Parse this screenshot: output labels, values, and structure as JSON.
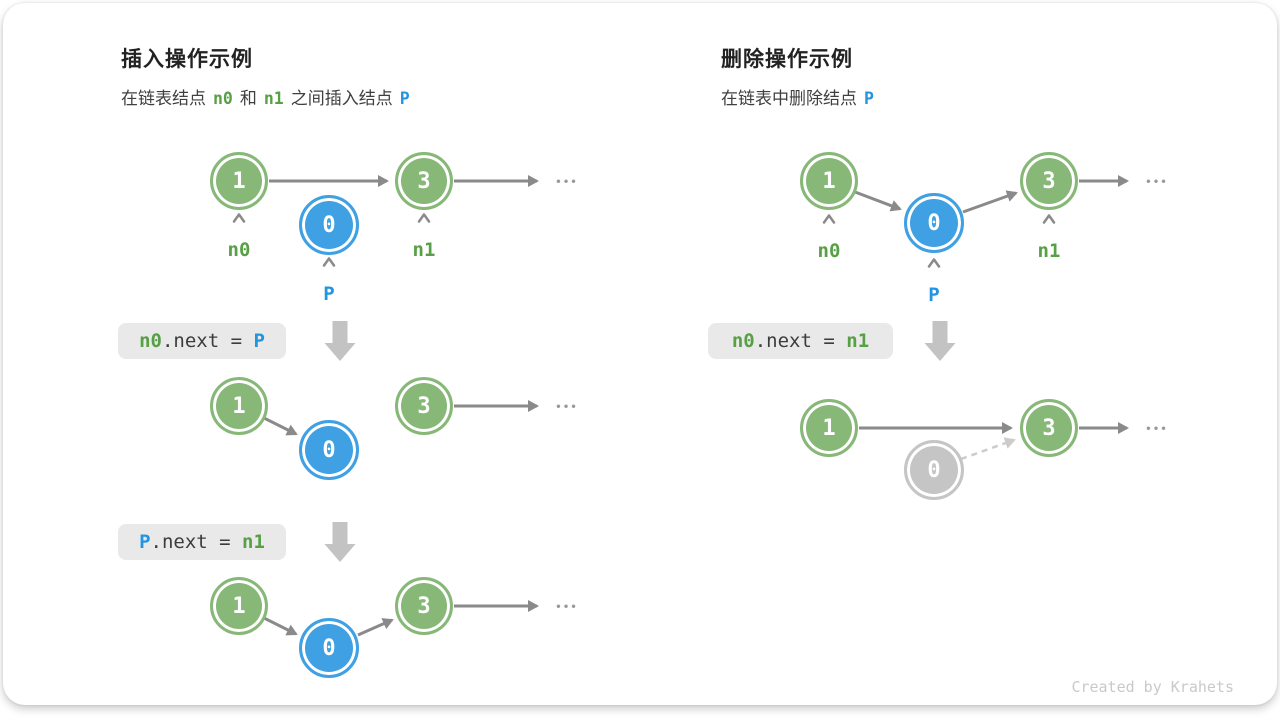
{
  "left": {
    "title": "插入操作示例",
    "subtitle": {
      "pre": "在链表结点",
      "n0": "n0",
      "mid": "和",
      "n1": "n1",
      "post": "之间插入结点",
      "p": "P"
    },
    "code1": {
      "lhs": "n0",
      "mid": ".next = ",
      "rhs": "P"
    },
    "code2": {
      "lhs": "P",
      "mid": ".next = ",
      "rhs": "n1"
    }
  },
  "right": {
    "title": "删除操作示例",
    "subtitle": {
      "pre": "在链表中删除结点",
      "p": "P"
    },
    "code1": {
      "lhs": "n0",
      "mid": ".next = ",
      "rhs": "n1"
    }
  },
  "node_values": {
    "one": "1",
    "three": "3",
    "zero": "0"
  },
  "pointer_labels": {
    "n0": "n0",
    "n1": "n1",
    "p": "P"
  },
  "ellipsis": "•••",
  "credit": "Created by Krahets",
  "colors": {
    "node_green": "#87b878",
    "node_blue": "#3fa0e3",
    "node_gray": "#c5c5c5",
    "text_green": "#57a046",
    "text_blue": "#2394e0",
    "arrow_gray": "#8a8a8a",
    "block_arrow_gray": "#c3c3c3",
    "dashed_gray": "#cccccc",
    "code_bg": "#e9e9e9"
  }
}
